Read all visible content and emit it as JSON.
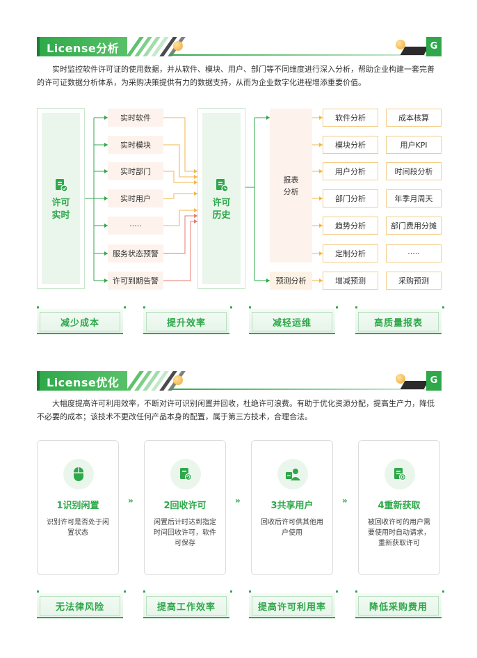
{
  "section1": {
    "title": "License分析",
    "intro": "实时监控软件许可证的使用数据，并从软件、模块、用户、部门等不同维度进行深入分析，帮助企业构建一套完善的许可证数据分析体系，为采购决策提供有力的数据支持，从而为企业数字化进程增添重要价值。",
    "left_col": [
      "许可",
      "实时"
    ],
    "sources": [
      "实时软件",
      "实时模块",
      "实时部门",
      "实时用户",
      "·····",
      "服务状态预警",
      "许可到期告警"
    ],
    "mid_col": [
      "许可",
      "历史"
    ],
    "report": [
      "报表",
      "分析"
    ],
    "predict": "预测分析",
    "outputs_a": [
      "软件分析",
      "模块分析",
      "用户分析",
      "部门分析",
      "趋势分析",
      "定制分析",
      "增减预测"
    ],
    "outputs_b": [
      "成本核算",
      "用户KPI",
      "时间段分析",
      "年季月周天",
      "部门费用分摊",
      "·····",
      "采购预测"
    ],
    "ribbons": [
      "减少成本",
      "提升效率",
      "减轻运维",
      "高质量报表"
    ]
  },
  "section2": {
    "title": "License优化",
    "intro": "大幅度提高许可利用效率，不断对许可识别闲置并回收，杜绝许可浪费。有助于优化资源分配，提高生产力，降低不必要的成本；该技术不更改任何产品本身的配置，属于第三方技术，合理合法。",
    "cards": [
      {
        "title": "1识别闲置",
        "desc": "识别许可是否处于闲置状态",
        "icon": "mouse-icon"
      },
      {
        "title": "2回收许可",
        "desc": "闲置后计时达到指定时间回收许可，软件可保存",
        "icon": "recycle-doc-icon"
      },
      {
        "title": "3共享用户",
        "desc": "回收后许可供其他用户使用",
        "icon": "share-user-icon"
      },
      {
        "title": "4重新获取",
        "desc": "被回收许可的用户需要使用时自动请求，重新获取许可",
        "icon": "refresh-doc-icon"
      }
    ],
    "chevron": "»",
    "ribbons": [
      "无法律风险",
      "提高工作效率",
      "提高许可利用率",
      "降低采购费用"
    ]
  },
  "logo_text": "G",
  "colors": {
    "green": "#2ea84a",
    "light_green": "#eaf6ec",
    "orange_line": "#f3b54a",
    "red_line": "#e77a6e",
    "peach": "#fdf3ec"
  }
}
